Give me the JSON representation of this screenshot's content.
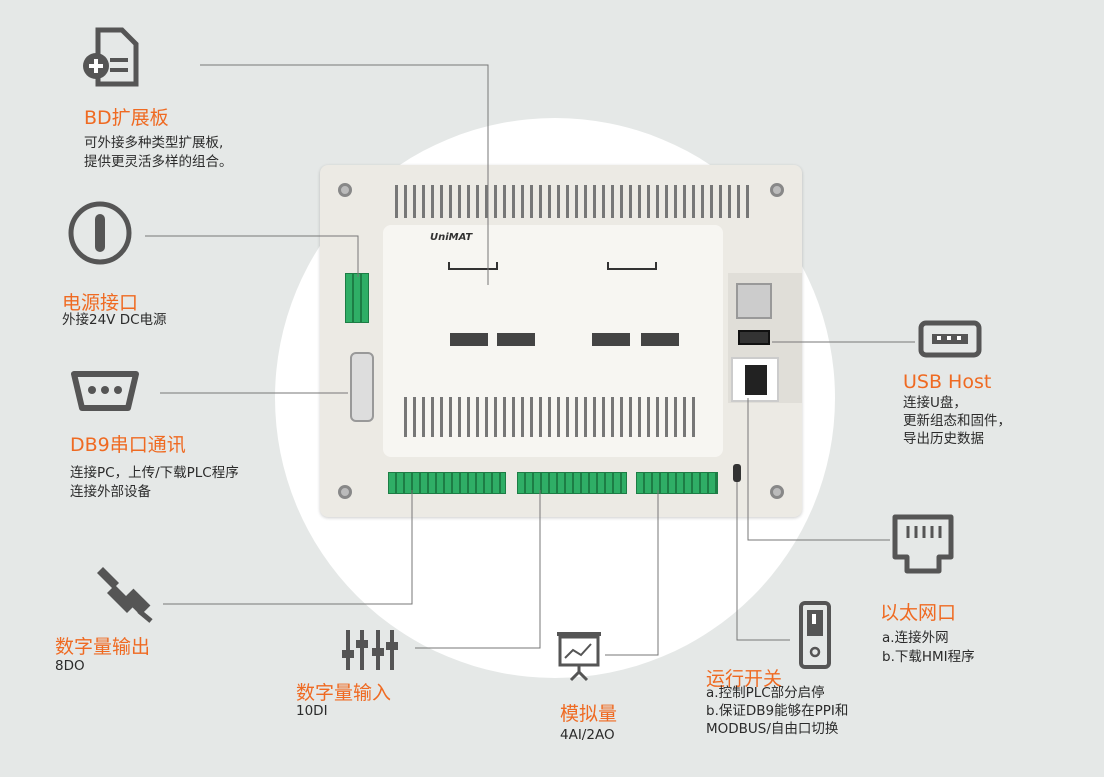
{
  "accent": "#ef6a22",
  "device": {
    "brand": "UniMAT"
  },
  "features": {
    "bd": {
      "title": "BD扩展板",
      "desc": [
        "可外接多种类型扩展板,",
        "提供更灵活多样的组合。"
      ],
      "icon": "document-plus-icon"
    },
    "power": {
      "title": "电源接口",
      "desc": [
        "外接24V DC电源"
      ],
      "icon": "power-icon"
    },
    "db9": {
      "title": "DB9串口通讯",
      "desc": [
        "连接PC，上传/下载PLC程序",
        "连接外部设备"
      ],
      "icon": "db9-port-icon"
    },
    "do": {
      "title": "数字量输出",
      "desc": [
        "8DO"
      ],
      "icon": "plug-icon"
    },
    "di": {
      "title": "数字量输入",
      "desc": [
        "10DI"
      ],
      "icon": "sliders-icon"
    },
    "ai": {
      "title": "模拟量",
      "desc": [
        "4AI/2AO"
      ],
      "icon": "presentation-chart-icon"
    },
    "switch": {
      "title": "运行开关",
      "desc": [
        "a.控制PLC部分启停",
        "b.保证DB9能够在PPI和",
        "MODBUS/自由口切换"
      ],
      "icon": "switch-icon"
    },
    "ethernet": {
      "title": "以太网口",
      "desc": [
        "a.连接外网",
        "b.下载HMI程序"
      ],
      "icon": "ethernet-icon"
    },
    "usb": {
      "title": "USB Host",
      "desc": [
        "连接U盘，",
        "更新组态和固件，",
        "导出历史数据"
      ],
      "icon": "usb-icon"
    }
  }
}
